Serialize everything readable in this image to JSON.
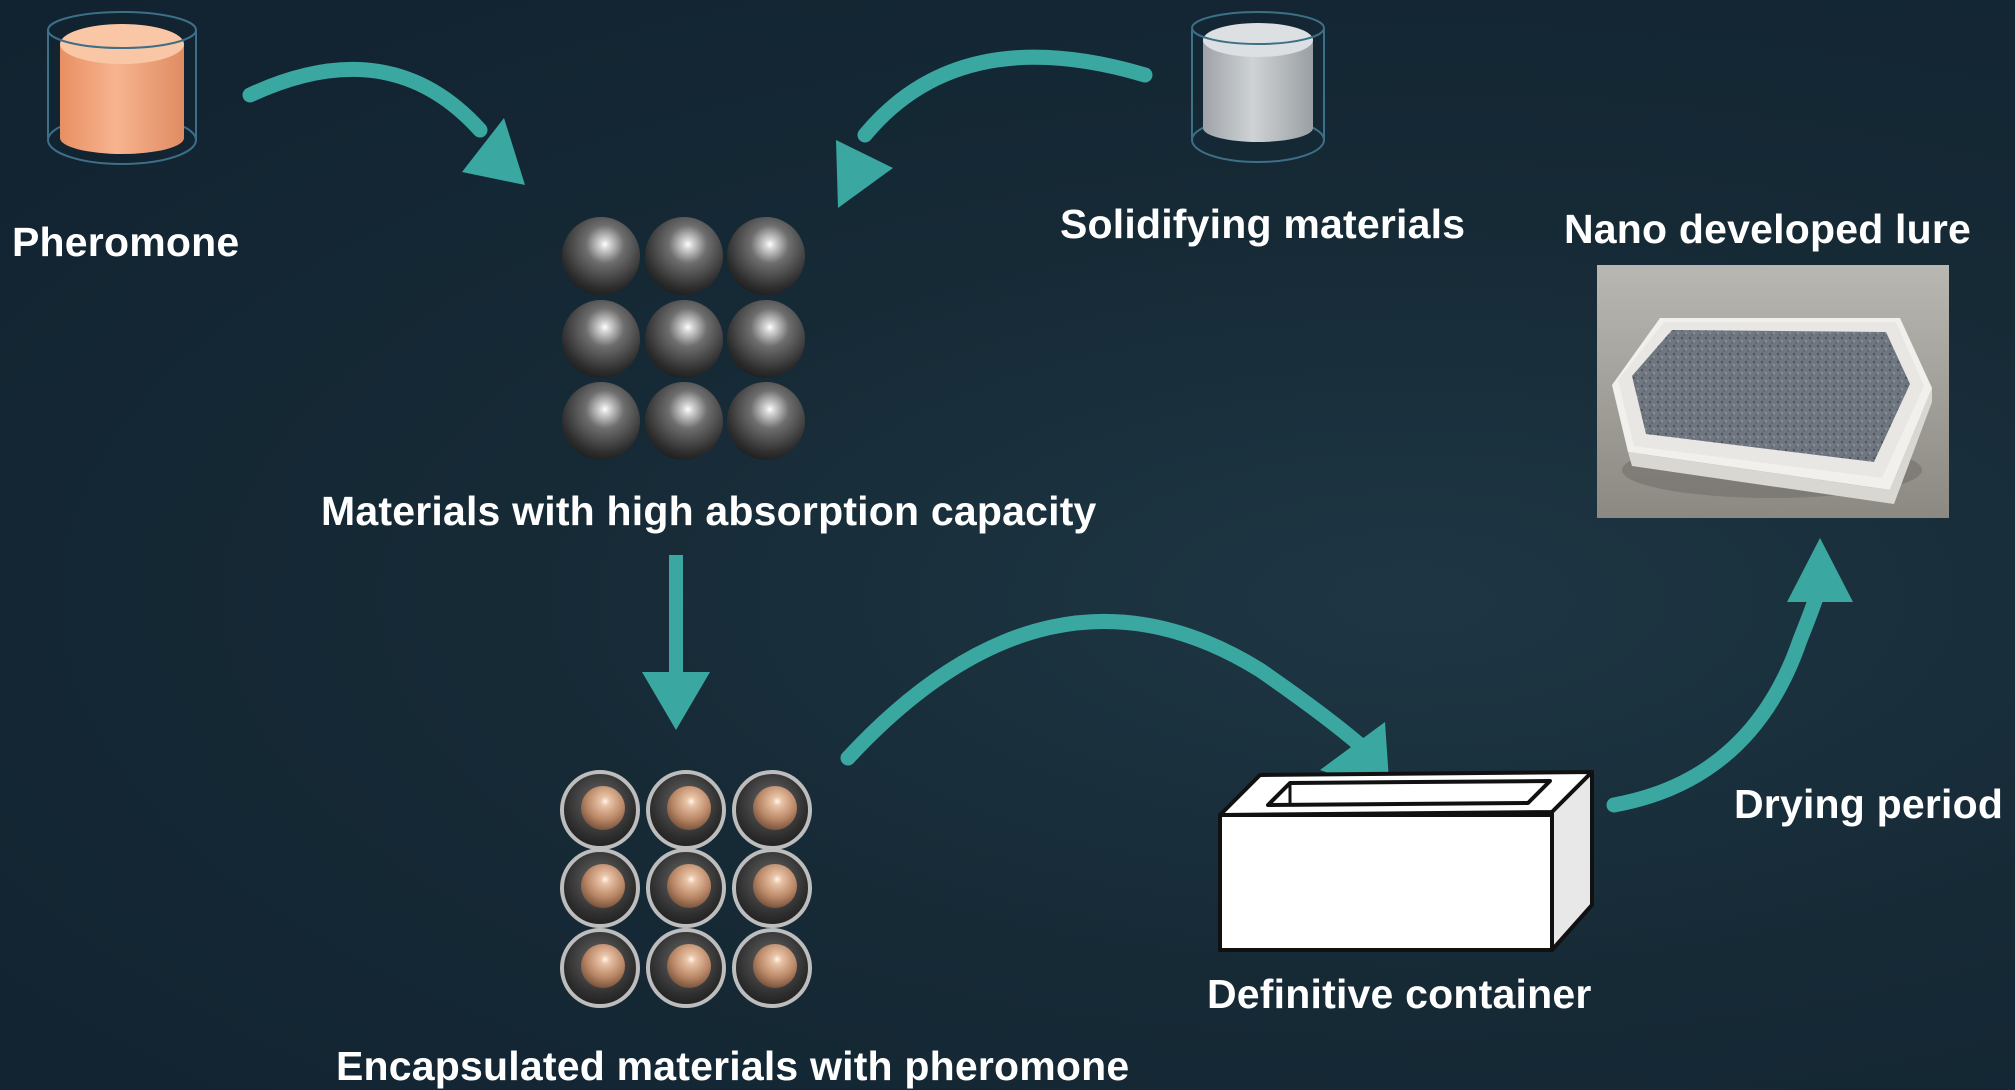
{
  "labels": {
    "pheromone": "Pheromone",
    "solidifying": "Solidifying materials",
    "nano_lure": "Nano developed lure",
    "absorption": "Materials with high absorption capacity",
    "encapsulated": "Encapsulated materials with pheromone",
    "container": "Definitive container",
    "drying": "Drying period"
  },
  "colors": {
    "background": "#152834",
    "arrow": "#3aa7a1",
    "pheromone_liquid": "#f2a57c",
    "solidifying_liquid": "#c2c6c9",
    "sphere": "#5a5a5a",
    "capsule_core": "#c99a78",
    "container": "#ffffff"
  },
  "icons": {
    "pheromone": "cylinder-icon",
    "solidifying": "cylinder-icon",
    "absorption_grid": "sphere-grid-icon",
    "encapsulated_grid": "capsule-grid-icon",
    "container": "open-box-icon",
    "lure": "lure-photo"
  }
}
